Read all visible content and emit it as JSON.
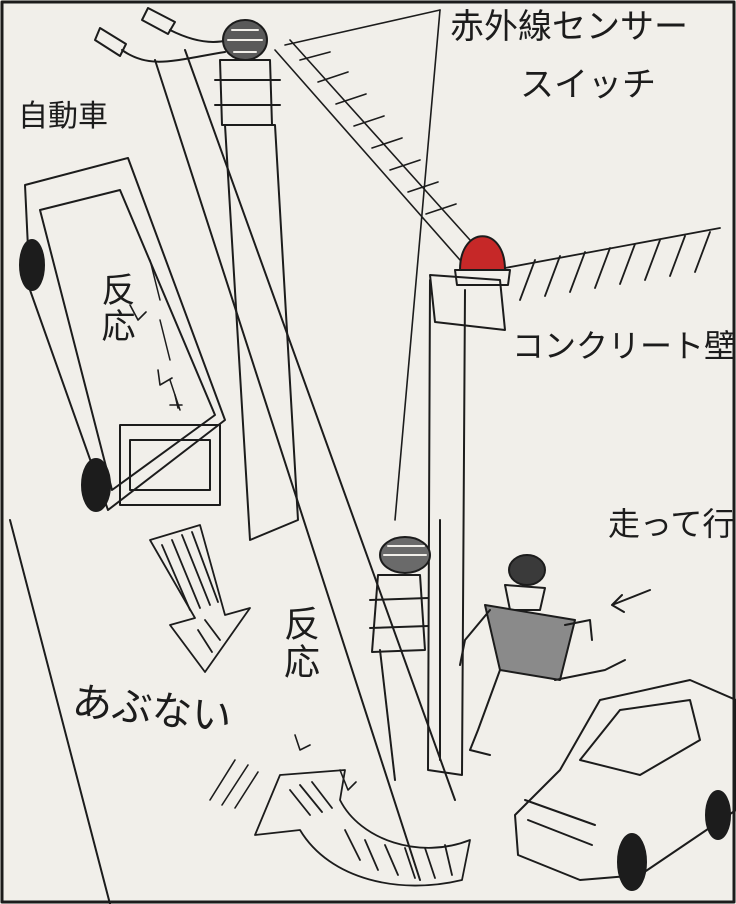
{
  "labels": {
    "sensor_switch_line1": "赤外線センサー",
    "sensor_switch_line2": "スイッチ",
    "car": "自動車",
    "concrete_wall": "コンクリート壁",
    "running": "走って行く",
    "danger": "あぶない",
    "reaction_car": "反応",
    "reaction_sensor": "反応"
  },
  "colors": {
    "paper": "#f1efea",
    "ink": "#1c1c1c",
    "warning_lamp": "#c62828"
  }
}
